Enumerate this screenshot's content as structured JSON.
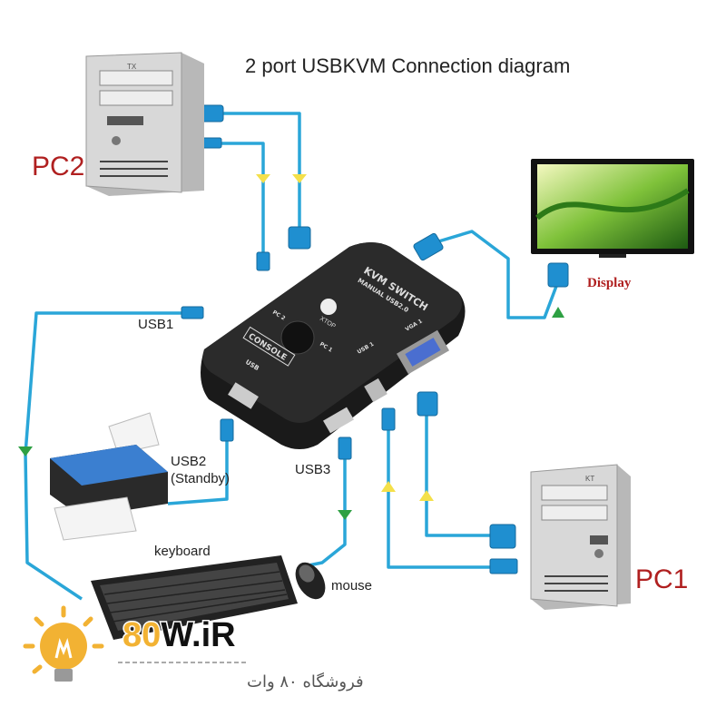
{
  "title": "2 port USBKVM Connection diagram",
  "labels": {
    "pc2": "PC2",
    "pc1": "PC1",
    "display": "Display",
    "usb1": "USB1",
    "usb2": "USB2",
    "usb2_note": "(Standby)",
    "usb3": "USB3",
    "keyboard": "keyboard",
    "mouse": "mouse"
  },
  "device": {
    "name": "KVM SWITCH",
    "subtitle": "MANUAL USB2.0",
    "console": "CONSOLE",
    "usb": "USB",
    "pc1": "PC 1",
    "pc2": "PC 2",
    "usb1": "USB 1",
    "vga1": "VGA 1",
    "brand": "XTOP"
  },
  "tower_tags": {
    "pc2": "TX",
    "pc1": "KT"
  },
  "watermark": {
    "logo": "80W.iR",
    "tagline": "فروشگاه ۸۰ وات"
  },
  "colors": {
    "cable": "#2aa6d8",
    "pc_label": "#b02020",
    "display_label": "#b02020",
    "logo_accent": "#f2b233",
    "arrow_yellow": "#f4e04a",
    "arrow_green": "#2ea043"
  }
}
